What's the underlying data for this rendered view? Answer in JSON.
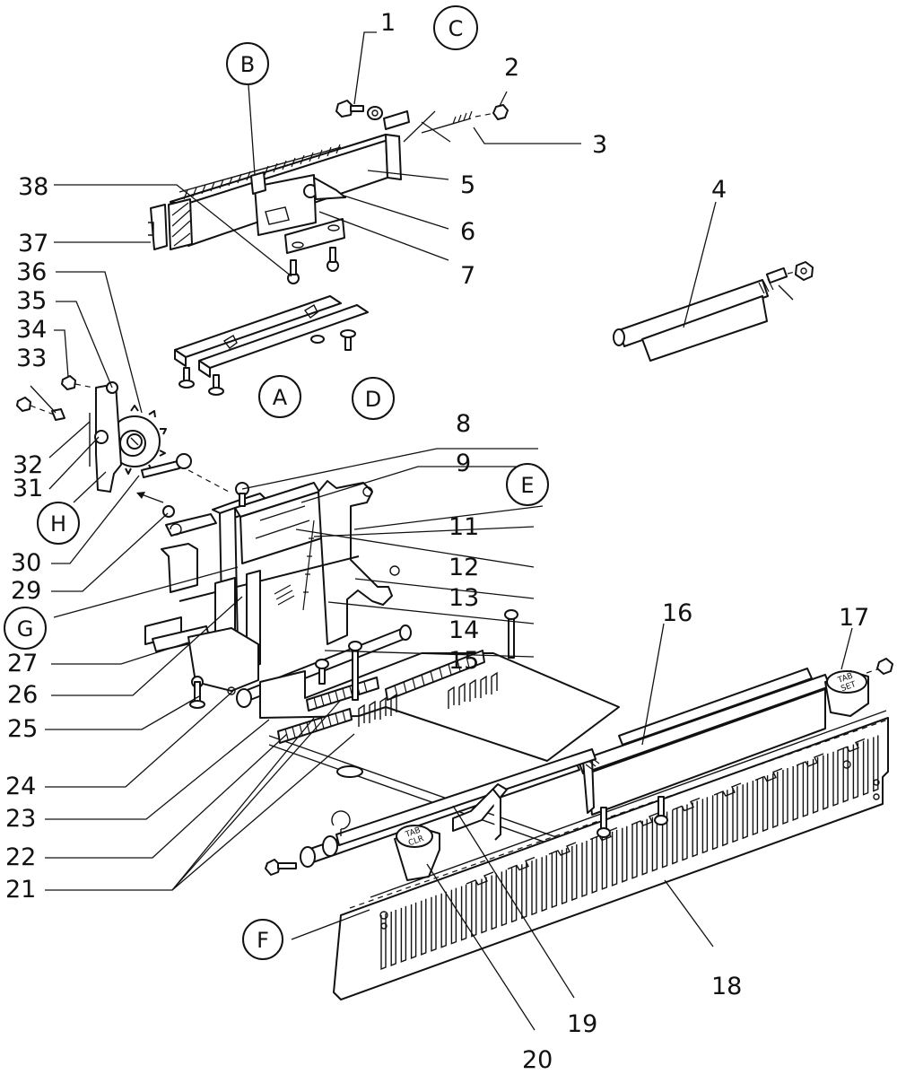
{
  "figure": {
    "type": "exploded parts diagram",
    "subject": "typewriter tabulator / carriage rack mechanism"
  },
  "part_numbers": {
    "n1": "1",
    "n2": "2",
    "n3": "3",
    "n4": "4",
    "n5": "5",
    "n6": "6",
    "n7": "7",
    "n8": "8",
    "n9": "9",
    "n11": "11",
    "n12": "12",
    "n13": "13",
    "n14": "14",
    "n15": "15",
    "n16": "16",
    "n17": "17",
    "n18": "18",
    "n19": "19",
    "n20": "20",
    "n21": "21",
    "n22": "22",
    "n23": "23",
    "n24": "24",
    "n25": "25",
    "n26": "26",
    "n27": "27",
    "n29": "29",
    "n30": "30",
    "n31": "31",
    "n32": "32",
    "n33": "33",
    "n34": "34",
    "n35": "35",
    "n36": "36",
    "n37": "37",
    "n38": "38"
  },
  "callouts": {
    "A": "A",
    "B": "B",
    "C": "C",
    "D": "D",
    "E": "E",
    "F": "F",
    "G": "G",
    "H": "H"
  },
  "key_caps": {
    "tab_clear": [
      "TAB",
      "CLR"
    ],
    "tab_set": [
      "TAB",
      "SET"
    ]
  }
}
